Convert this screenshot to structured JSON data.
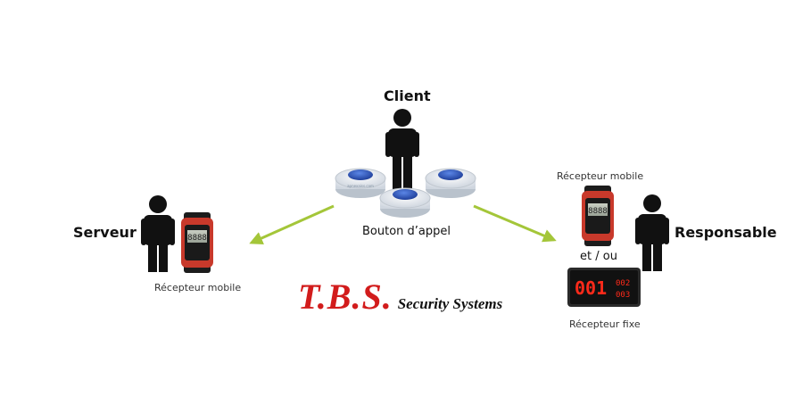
{
  "roles": {
    "client": "Client",
    "serveur": "Serveur",
    "responsable": "Responsable"
  },
  "captions": {
    "bouton_appel": "Bouton d’appel",
    "recepteur_mobile_left": "Récepteur mobile",
    "recepteur_mobile_right": "Récepteur mobile",
    "et_ou": "et / ou",
    "recepteur_fixe": "Récepteur fixe"
  },
  "devices": {
    "button_brand": "apnexaiss.com",
    "watch_display": "8888",
    "fixed_display_main": "001",
    "fixed_display_side_top": "002",
    "fixed_display_side_bottom": "003"
  },
  "brand": {
    "logo": "T.B.S.",
    "tagline": "Security Systems"
  },
  "colors": {
    "arrow": "#a4c639",
    "logo_red": "#d21c1c",
    "person": "#111111",
    "button_blue": "#2f5fc7",
    "watch_red": "#d23a2a",
    "led_red": "#ff2a1a"
  }
}
